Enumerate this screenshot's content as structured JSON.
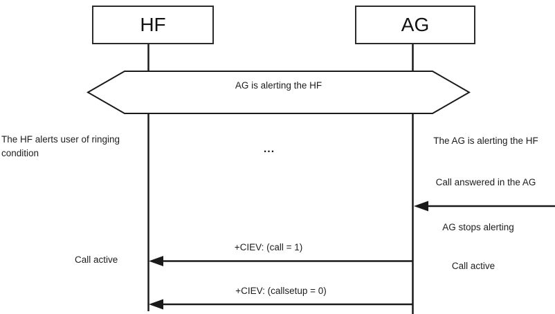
{
  "diagram": {
    "participants": [
      {
        "label": "HF"
      },
      {
        "label": "AG"
      }
    ],
    "banner": {
      "label": "AG is alerting the HF"
    },
    "notes": {
      "hf_ringing": "The HF alerts user of ringing condition",
      "continuation": "...",
      "ag_alerting": "The AG is alerting the HF",
      "call_answered": "Call answered in the AG",
      "ag_stops_alerting": "AG stops alerting",
      "call_active_hf": "Call active",
      "call_active_ag": "Call active"
    },
    "messages": [
      {
        "label": "+CIEV: (call = 1)",
        "from": "AG",
        "to": "HF"
      },
      {
        "label": "+CIEV: (callsetup = 0)",
        "from": "AG",
        "to": "HF"
      }
    ],
    "colors": {
      "line": "#1a1a1a",
      "text": "#1c1c1c",
      "background": "#ffffff"
    }
  }
}
